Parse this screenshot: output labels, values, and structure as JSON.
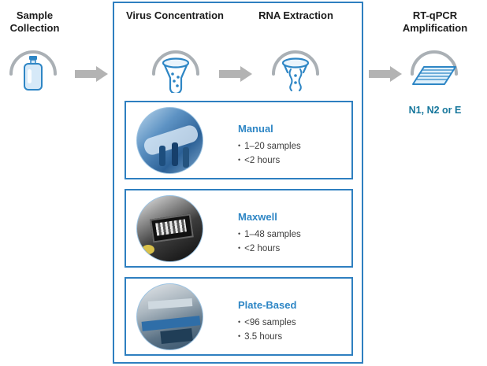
{
  "diagram": {
    "steps": [
      {
        "label": "Sample Collection",
        "icon": "bottle-icon"
      },
      {
        "label": "Virus Concentration",
        "icon": "concentrator-icon"
      },
      {
        "label": "RNA Extraction",
        "icon": "extraction-icon"
      },
      {
        "label": "RT-qPCR Amplification",
        "icon": "pcr-plate-icon"
      }
    ],
    "pcr_targets": "N1, N2 or E",
    "methods": [
      {
        "title": "Manual",
        "bullets": [
          "1–20 samples",
          "<2 hours"
        ],
        "photo": "gloved-hands-with-tubes"
      },
      {
        "title": "Maxwell",
        "bullets": [
          "1–48 samples",
          "<2 hours"
        ],
        "photo": "maxwell-instrument"
      },
      {
        "title": "Plate-Based",
        "bullets": [
          "<96 samples",
          "3.5 hours"
        ],
        "photo": "automated-liquid-handler"
      }
    ],
    "colors": {
      "accent_blue": "#2e7fc0",
      "title_blue": "#2e86c5",
      "arrow_gray": "#b3b3b3",
      "target_teal": "#17779c"
    }
  }
}
